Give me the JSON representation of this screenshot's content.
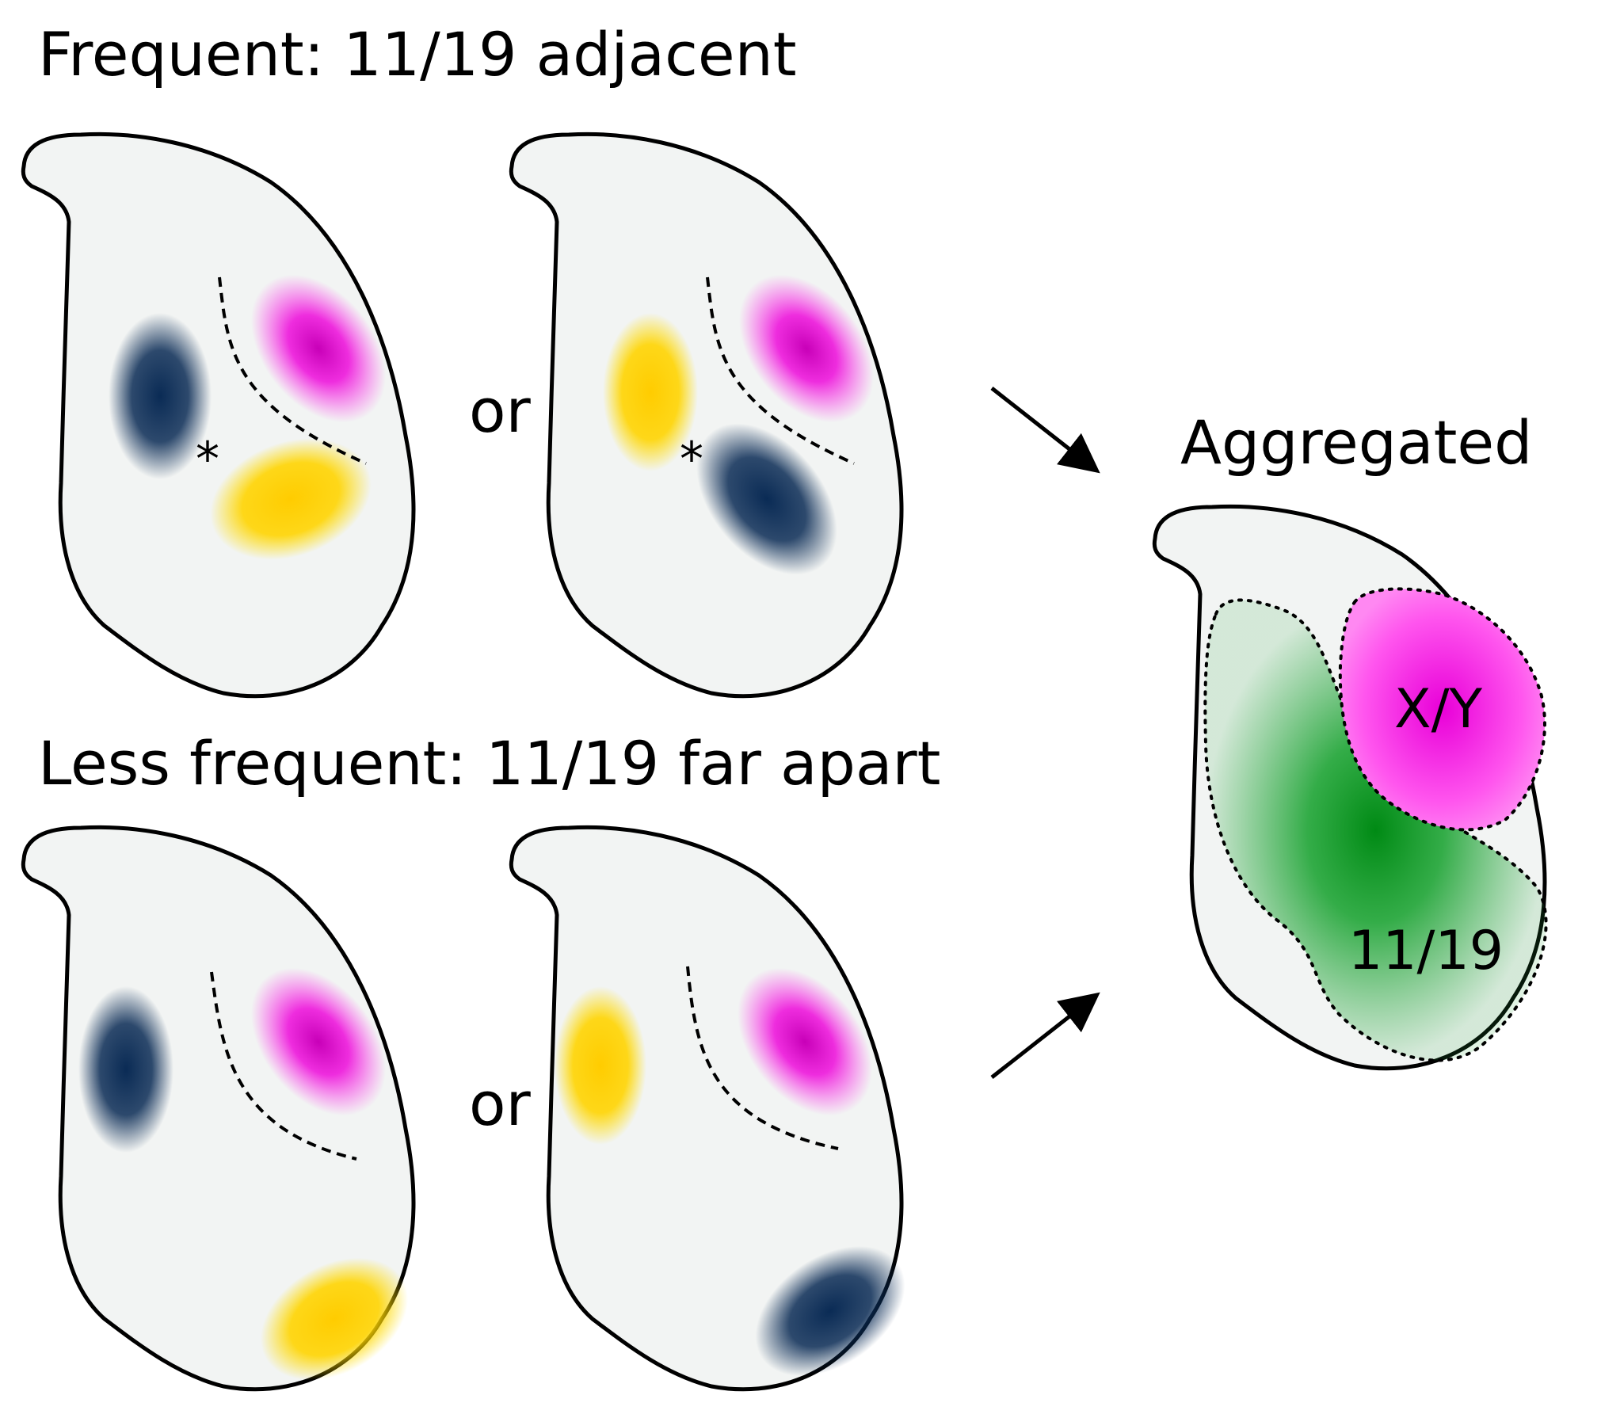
{
  "labels": {
    "frequent_heading": "Frequent: 11/19 adjacent",
    "less_frequent_heading": "Less frequent: 11/19 far apart",
    "or_top": "or",
    "or_bottom": "or",
    "aggregated_heading": "Aggregated",
    "asterisk_1": "*",
    "asterisk_2": "*",
    "xy_region": "X/Y",
    "region_11_19": "11/19"
  },
  "colors": {
    "cell_fill": "#f2f4f3",
    "outline": "#000000",
    "navy_blob": "#0a2b55",
    "magenta_blob": "#d400c8",
    "yellow_blob": "#ffd000",
    "green_blob": "#008a14",
    "pink_region": "#ff55ee"
  }
}
